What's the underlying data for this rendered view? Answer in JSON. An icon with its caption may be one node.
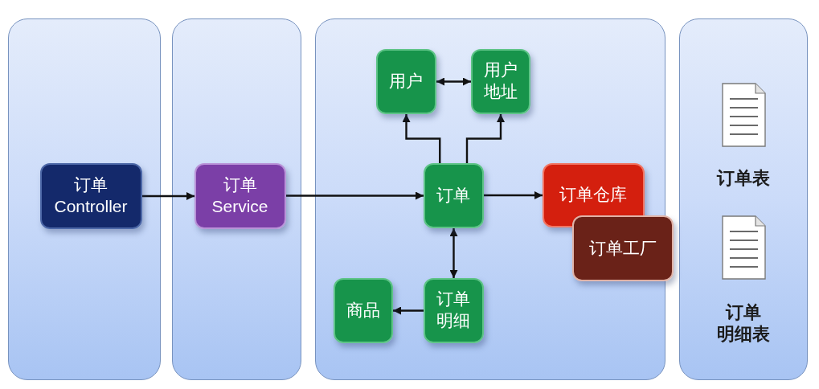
{
  "diagram": {
    "nodes": [
      {
        "text": [],
        "shape": "box"
      },
      {
        "text": [
          "订单 Controller"
        ],
        "in": 0
      },
      {
        "text": [],
        "shape": "box"
      },
      {
        "text": [
          "订单 Service"
        ],
        "in": 2
      },
      {
        "text": [],
        "shape": "box"
      },
      {
        "text": [
          "用户"
        ],
        "in": 4
      },
      {
        "text": [
          "用户地址"
        ],
        "in": 4
      },
      {
        "text": [
          "订单"
        ],
        "in": 4
      },
      {
        "text": [
          "订单仓库"
        ],
        "in": 4
      },
      {
        "text": [
          "订单工厂"
        ]
      },
      {
        "text": [
          "商品"
        ],
        "in": 4
      },
      {
        "text": [
          "订单明细"
        ],
        "in": 4
      },
      {
        "text": [],
        "shape": "box"
      },
      {
        "text": [
          "订单表"
        ],
        "in": 12
      },
      {
        "text": [
          "订单明细表"
        ],
        "in": 12
      }
    ],
    "edges": [
      {
        "from": 1,
        "to": 3,
        "arrow": "to"
      },
      {
        "from": 3,
        "to": 7,
        "arrow": "to"
      },
      {
        "from": 5,
        "to": 6,
        "arrow": "both"
      },
      {
        "from": 7,
        "to": 5,
        "arrow": "to"
      },
      {
        "from": 7,
        "to": 6,
        "arrow": "to"
      },
      {
        "from": 7,
        "to": 8,
        "arrow": "to"
      },
      {
        "from": 7,
        "to": 11,
        "arrow": "both"
      },
      {
        "from": 11,
        "to": 10,
        "arrow": "to"
      }
    ]
  }
}
